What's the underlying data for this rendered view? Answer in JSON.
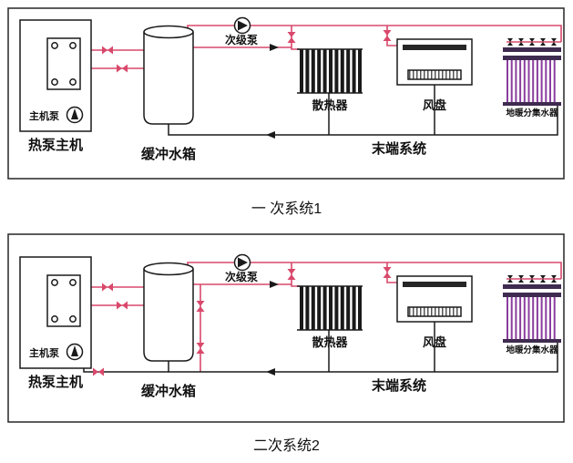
{
  "colors": {
    "pipe": "#d9486b",
    "ink": "#1a1a1a",
    "manifold_line": "#8a3d9e",
    "manifold_header": "#3f2b4f",
    "unit_bar": "#262626",
    "grille": "#555555",
    "frame": "#333333"
  },
  "diagram1": {
    "caption": "一 次系统1",
    "labels": {
      "main_pump": "主机泵",
      "heat_pump": "热泵主机",
      "buffer_tank": "缓冲水箱",
      "secondary_pump": "次级泵",
      "radiator": "散热器",
      "fan_coil": "风盘",
      "manifold": "地暖分集水器",
      "terminal": "末端系统"
    }
  },
  "diagram2": {
    "caption": "二次系统2",
    "labels": {
      "main_pump": "主机泵",
      "heat_pump": "热泵主机",
      "buffer_tank": "缓冲水箱",
      "secondary_pump": "次级泵",
      "radiator": "散热器",
      "fan_coil": "风盘",
      "manifold": "地暖分集水器",
      "terminal": "末端系统"
    }
  }
}
